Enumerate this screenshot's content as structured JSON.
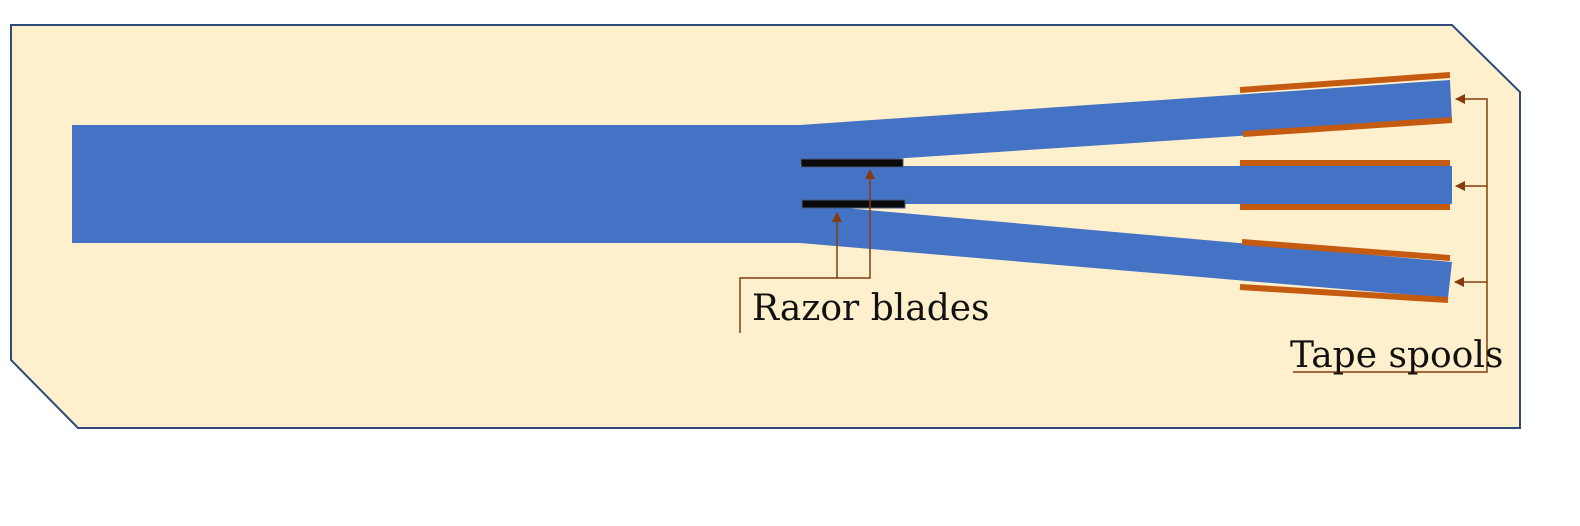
{
  "labels": {
    "razor_blades": "Razor blades",
    "tape_spools": "Tape spools"
  },
  "colors": {
    "board_fill": "#fef0cc",
    "board_stroke": "#2f4a78",
    "tape": "#4472c4",
    "spool": "#c55a11",
    "blade": "#0a0a0a",
    "blade_edge": "#4a5a80",
    "leader": "#843c0c"
  },
  "parts": {
    "tape_strips": 3,
    "razor_blades": 2,
    "tape_spools": 3
  }
}
